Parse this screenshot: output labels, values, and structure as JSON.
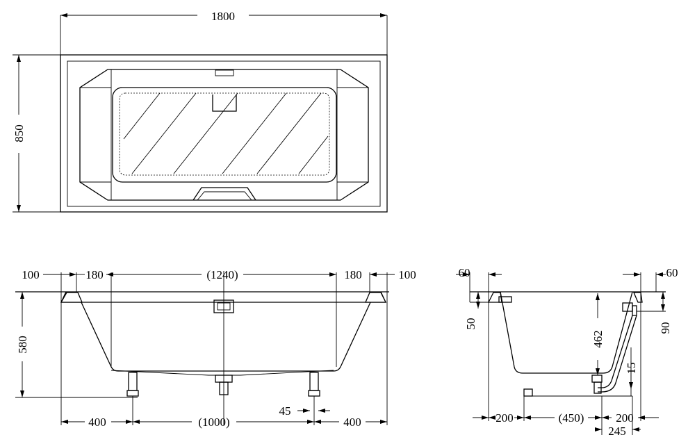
{
  "top_view": {
    "width_label": "1800",
    "depth_label": "850"
  },
  "front_view": {
    "rim_left_label": "100",
    "slope_left_label": "180",
    "inner_length_label": "(1240)",
    "slope_right_label": "180",
    "rim_right_label": "100",
    "height_label": "580",
    "leg_left_label": "400",
    "leg_span_label": "(1000)",
    "leg_right_label": "400",
    "leg_width_label": "45"
  },
  "side_view": {
    "rim_left_label": "60",
    "rim_right_label": "60",
    "left_height_label": "50",
    "depth_label": "462",
    "overflow_label": "90",
    "drain_label": "15",
    "bottom_left_label": "200",
    "bottom_inner_label": "(450)",
    "bottom_right_label": "200",
    "outlet_label": "245"
  }
}
